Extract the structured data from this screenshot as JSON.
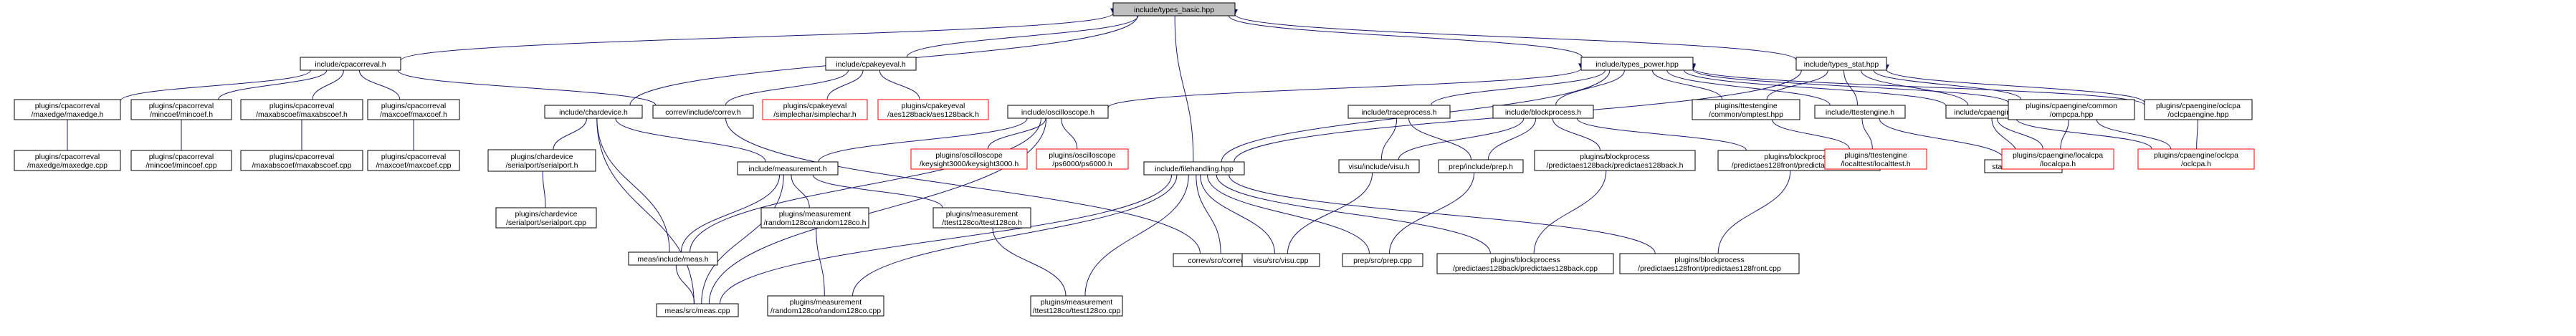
{
  "colors": {
    "node_border": "#000000",
    "missing_border": "#ff0000",
    "root_fill": "#bfbfbf",
    "edge": "#191970"
  },
  "nodes": [
    {
      "id": "n0",
      "lines": [
        "include/types_basic.hpp"
      ],
      "style": "root"
    },
    {
      "id": "n1",
      "lines": [
        "include/cpacorreval.h"
      ],
      "style": "normal"
    },
    {
      "id": "n2",
      "lines": [
        "include/cpakeyeval.h"
      ],
      "style": "normal"
    },
    {
      "id": "n3",
      "lines": [
        "include/types_power.hpp"
      ],
      "style": "normal"
    },
    {
      "id": "n4",
      "lines": [
        "include/types_stat.hpp"
      ],
      "style": "normal"
    },
    {
      "id": "n5",
      "lines": [
        "plugins/cpacorreval",
        "/maxedge/maxedge.h"
      ],
      "style": "normal"
    },
    {
      "id": "n6",
      "lines": [
        "plugins/cpacorreval",
        "/mincoef/mincoef.h"
      ],
      "style": "normal"
    },
    {
      "id": "n7",
      "lines": [
        "plugins/cpacorreval",
        "/maxabscoef/maxabscoef.h"
      ],
      "style": "normal"
    },
    {
      "id": "n8",
      "lines": [
        "plugins/cpacorreval",
        "/maxcoef/maxcoef.h"
      ],
      "style": "normal"
    },
    {
      "id": "n9",
      "lines": [
        "include/chardevice.h"
      ],
      "style": "normal"
    },
    {
      "id": "n10",
      "lines": [
        "correv/include/correv.h"
      ],
      "style": "normal"
    },
    {
      "id": "n11",
      "lines": [
        "plugins/cpakeyeval",
        "/simplechar/simplechar.h"
      ],
      "style": "missing"
    },
    {
      "id": "n12",
      "lines": [
        "plugins/cpakeyeval",
        "/aes128back/aes128back.h"
      ],
      "style": "missing"
    },
    {
      "id": "n13",
      "lines": [
        "include/oscilloscope.h"
      ],
      "style": "normal"
    },
    {
      "id": "n14",
      "lines": [
        "include/traceprocess.h"
      ],
      "style": "normal"
    },
    {
      "id": "n15",
      "lines": [
        "include/blockprocess.h"
      ],
      "style": "normal"
    },
    {
      "id": "n16",
      "lines": [
        "plugins/ttestengine",
        "/common/omptest.hpp"
      ],
      "style": "normal"
    },
    {
      "id": "n17",
      "lines": [
        "include/ttestengine.h"
      ],
      "style": "normal"
    },
    {
      "id": "n18",
      "lines": [
        "include/cpaengine.h"
      ],
      "style": "normal"
    },
    {
      "id": "n19",
      "lines": [
        "plugins/cpaengine/common",
        "/ompcpa.hpp"
      ],
      "style": "normal"
    },
    {
      "id": "n20",
      "lines": [
        "plugins/cpaengine/oclcpa",
        "/oclcpaengine.hpp"
      ],
      "style": "normal"
    },
    {
      "id": "n21",
      "lines": [
        "plugins/cpacorreval",
        "/maxedge/maxedge.cpp"
      ],
      "style": "normal"
    },
    {
      "id": "n22",
      "lines": [
        "plugins/cpacorreval",
        "/mincoef/mincoef.cpp"
      ],
      "style": "normal"
    },
    {
      "id": "n23",
      "lines": [
        "plugins/cpacorreval",
        "/maxabscoef/maxabscoef.cpp"
      ],
      "style": "normal"
    },
    {
      "id": "n24",
      "lines": [
        "plugins/cpacorreval",
        "/maxcoef/maxcoef.cpp"
      ],
      "style": "normal"
    },
    {
      "id": "n25",
      "lines": [
        "plugins/chardevice",
        "/serialport/serialport.h"
      ],
      "style": "normal"
    },
    {
      "id": "n26",
      "lines": [
        "include/measurement.h"
      ],
      "style": "normal"
    },
    {
      "id": "n27",
      "lines": [
        "include/filehandling.hpp"
      ],
      "style": "normal"
    },
    {
      "id": "n28",
      "lines": [
        "plugins/oscilloscope",
        "/keysight3000/keysight3000.h"
      ],
      "style": "missing"
    },
    {
      "id": "n29",
      "lines": [
        "plugins/oscilloscope",
        "/ps6000/ps6000.h"
      ],
      "style": "missing"
    },
    {
      "id": "n30",
      "lines": [
        "visu/include/visu.h"
      ],
      "style": "normal"
    },
    {
      "id": "n31",
      "lines": [
        "prep/include/prep.h"
      ],
      "style": "normal"
    },
    {
      "id": "n32",
      "lines": [
        "plugins/blockprocess",
        "/predictaes128back/predictaes128back.h"
      ],
      "style": "normal"
    },
    {
      "id": "n33",
      "lines": [
        "plugins/blockprocess",
        "/predictaes128front/predictaes128front.h"
      ],
      "style": "normal"
    },
    {
      "id": "n34",
      "lines": [
        "plugins/ttestengine",
        "/localttest/localttest.h"
      ],
      "style": "missing"
    },
    {
      "id": "n35",
      "lines": [
        "stan/include/stan.h"
      ],
      "style": "normal"
    },
    {
      "id": "n36",
      "lines": [
        "plugins/cpaengine/localcpa",
        "/localcpa.h"
      ],
      "style": "missing"
    },
    {
      "id": "n37",
      "lines": [
        "plugins/cpaengine/oclcpa",
        "/oclcpa.h"
      ],
      "style": "missing"
    },
    {
      "id": "n38",
      "lines": [
        "plugins/chardevice",
        "/serialport/serialport.cpp"
      ],
      "style": "normal"
    },
    {
      "id": "n39",
      "lines": [
        "meas/include/meas.h"
      ],
      "style": "normal"
    },
    {
      "id": "n40",
      "lines": [
        "plugins/measurement",
        "/random128co/random128co.h"
      ],
      "style": "normal"
    },
    {
      "id": "n41",
      "lines": [
        "plugins/measurement",
        "/ttest128co/ttest128co.h"
      ],
      "style": "normal"
    },
    {
      "id": "n42",
      "lines": [
        "correv/src/correv.cpp"
      ],
      "style": "normal"
    },
    {
      "id": "n43",
      "lines": [
        "visu/src/visu.cpp"
      ],
      "style": "normal"
    },
    {
      "id": "n44",
      "lines": [
        "prep/src/prep.cpp"
      ],
      "style": "normal"
    },
    {
      "id": "n45",
      "lines": [
        "plugins/blockprocess",
        "/predictaes128back/predictaes128back.cpp"
      ],
      "style": "normal"
    },
    {
      "id": "n46",
      "lines": [
        "plugins/blockprocess",
        "/predictaes128front/predictaes128front.cpp"
      ],
      "style": "normal"
    },
    {
      "id": "n47",
      "lines": [
        "meas/src/meas.cpp"
      ],
      "style": "normal"
    },
    {
      "id": "n48",
      "lines": [
        "plugins/measurement",
        "/random128co/random128co.cpp"
      ],
      "style": "normal"
    },
    {
      "id": "n49",
      "lines": [
        "plugins/measurement",
        "/ttest128co/ttest128co.cpp"
      ],
      "style": "normal"
    }
  ],
  "edges": [
    [
      "n0",
      "n1"
    ],
    [
      "n0",
      "n2"
    ],
    [
      "n0",
      "n3"
    ],
    [
      "n0",
      "n4"
    ],
    [
      "n0",
      "n9"
    ],
    [
      "n0",
      "n27"
    ],
    [
      "n1",
      "n5"
    ],
    [
      "n1",
      "n6"
    ],
    [
      "n1",
      "n7"
    ],
    [
      "n1",
      "n8"
    ],
    [
      "n1",
      "n10"
    ],
    [
      "n2",
      "n10"
    ],
    [
      "n2",
      "n11"
    ],
    [
      "n2",
      "n12"
    ],
    [
      "n3",
      "n13"
    ],
    [
      "n3",
      "n14"
    ],
    [
      "n3",
      "n15"
    ],
    [
      "n3",
      "n16"
    ],
    [
      "n3",
      "n17"
    ],
    [
      "n3",
      "n18"
    ],
    [
      "n3",
      "n19"
    ],
    [
      "n3",
      "n20"
    ],
    [
      "n3",
      "n27"
    ],
    [
      "n4",
      "n16"
    ],
    [
      "n4",
      "n17"
    ],
    [
      "n4",
      "n18"
    ],
    [
      "n4",
      "n19"
    ],
    [
      "n4",
      "n20"
    ],
    [
      "n4",
      "n27"
    ],
    [
      "n5",
      "n21"
    ],
    [
      "n6",
      "n22"
    ],
    [
      "n7",
      "n23"
    ],
    [
      "n8",
      "n24"
    ],
    [
      "n9",
      "n25"
    ],
    [
      "n9",
      "n26"
    ],
    [
      "n9",
      "n39"
    ],
    [
      "n9",
      "n47"
    ],
    [
      "n10",
      "n42"
    ],
    [
      "n13",
      "n26"
    ],
    [
      "n13",
      "n28"
    ],
    [
      "n13",
      "n29"
    ],
    [
      "n13",
      "n39"
    ],
    [
      "n13",
      "n47"
    ],
    [
      "n14",
      "n30"
    ],
    [
      "n14",
      "n31"
    ],
    [
      "n15",
      "n30"
    ],
    [
      "n15",
      "n31"
    ],
    [
      "n15",
      "n32"
    ],
    [
      "n15",
      "n33"
    ],
    [
      "n16",
      "n34"
    ],
    [
      "n17",
      "n34"
    ],
    [
      "n17",
      "n35"
    ],
    [
      "n18",
      "n35"
    ],
    [
      "n18",
      "n36"
    ],
    [
      "n18",
      "n37"
    ],
    [
      "n19",
      "n36"
    ],
    [
      "n19",
      "n37"
    ],
    [
      "n20",
      "n37"
    ],
    [
      "n25",
      "n38"
    ],
    [
      "n26",
      "n39"
    ],
    [
      "n26",
      "n40"
    ],
    [
      "n26",
      "n41"
    ],
    [
      "n26",
      "n47"
    ],
    [
      "n27",
      "n42"
    ],
    [
      "n27",
      "n43"
    ],
    [
      "n27",
      "n44"
    ],
    [
      "n27",
      "n45"
    ],
    [
      "n27",
      "n46"
    ],
    [
      "n27",
      "n47"
    ],
    [
      "n27",
      "n48"
    ],
    [
      "n27",
      "n49"
    ],
    [
      "n30",
      "n43"
    ],
    [
      "n31",
      "n44"
    ],
    [
      "n32",
      "n45"
    ],
    [
      "n33",
      "n46"
    ],
    [
      "n39",
      "n47"
    ],
    [
      "n40",
      "n48"
    ],
    [
      "n41",
      "n49"
    ]
  ]
}
